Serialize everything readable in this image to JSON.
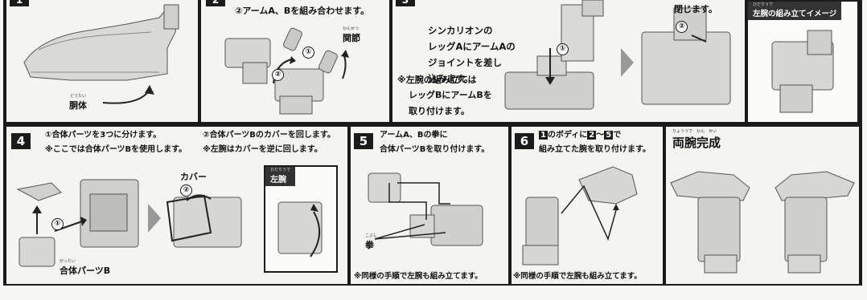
{
  "step1": {
    "num": "1",
    "label": "胴体",
    "ruby": "どうたい"
  },
  "step2": {
    "num": "2",
    "line1": "②アームA、Bを組み合わせます。",
    "joint_label": "関節",
    "joint_ruby": "かんせつ",
    "c1": "①",
    "c2": "②"
  },
  "step3": {
    "num": "3",
    "lines": [
      "シンカリオンの",
      "レッグAにアームAの",
      "ジョイントを差し",
      "込みます。"
    ],
    "note_lines": [
      "※左腕の組み立ては",
      "レッグBにアームBを",
      "取り付けます。"
    ],
    "c1": "①"
  },
  "step3b": {
    "line": "閉じます。",
    "c2": "②",
    "left_arm_label": "左腕の組み立てイメージ",
    "left_arm_ruby": "ひだりうで"
  },
  "step4": {
    "num": "4",
    "line1a": "①合体パーツを3つに分けます。",
    "line1b": "②合体パーツBのカバーを回します。",
    "line2a": "※ここでは合体パーツBを使用します。",
    "line2b": "※左腕はカバーを逆に回します。",
    "cover_label": "カバー",
    "left_arm_tag": "左腕",
    "left_arm_ruby": "ひだりうで",
    "part_b_label": "合体パーツB",
    "part_b_ruby": "がったい",
    "c1": "①",
    "c2": "②"
  },
  "step5": {
    "num": "5",
    "line1": "アームA、Bの拳に",
    "line2": "合体パーツBを取り付けます。",
    "fist_label": "拳",
    "fist_ruby": "こぶし",
    "note": "※同様の手順で左腕も組み立てます。"
  },
  "step6": {
    "num": "6",
    "line1a": "1",
    "line1b": "のボディに",
    "line1c": "2",
    "line1d": "〜",
    "line1e": "5",
    "line1f": "で",
    "line2": "組み立てた腕を取り付けます。",
    "note": "※同様の手順で左腕も組み立てます。"
  },
  "final": {
    "title": "両腕完成",
    "ruby": "りょううで　かん　せい"
  }
}
